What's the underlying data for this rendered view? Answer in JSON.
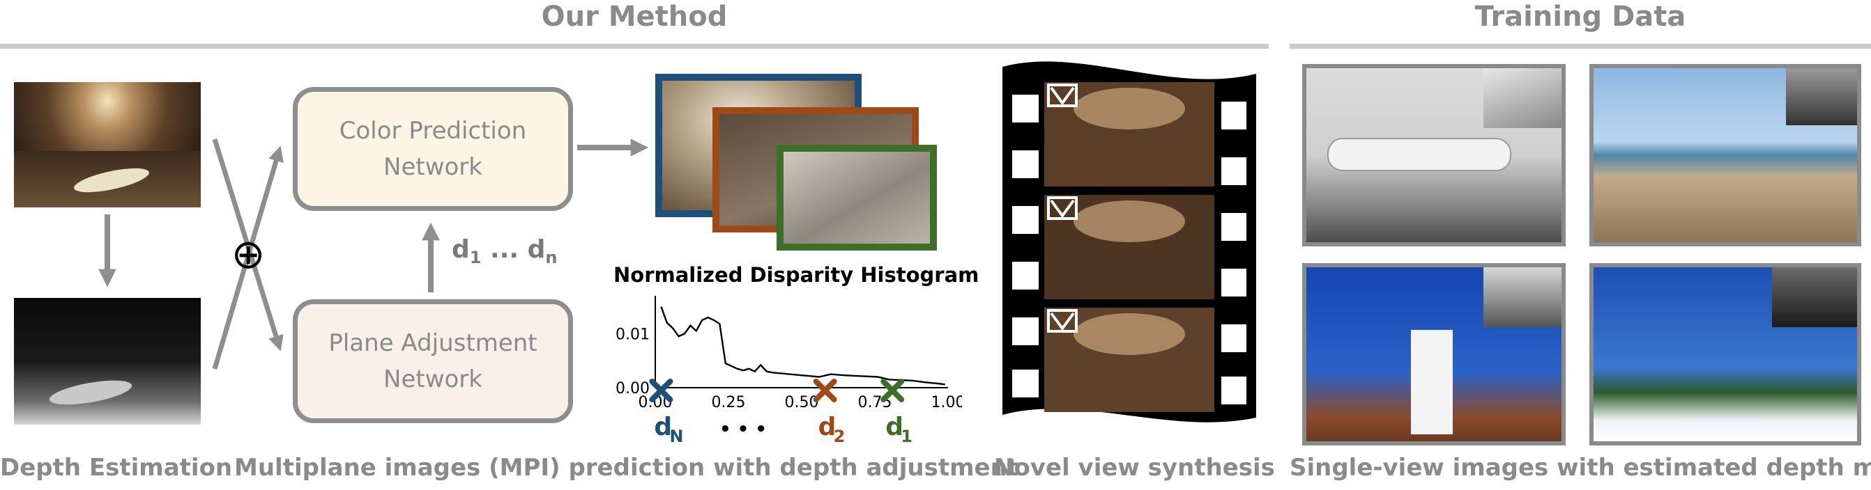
{
  "headers": {
    "our_method": "Our Method",
    "training_data": "Training Data"
  },
  "captions": {
    "depth_estimation": "Depth Estimation",
    "mpi_prediction": "Multiplane images (MPI) prediction with depth adjustment",
    "novel_view": "Novel view synthesis",
    "single_view": "Single-view images with estimated depth map"
  },
  "networks": {
    "color": {
      "line1": "Color Prediction",
      "line2": "Network"
    },
    "plane": {
      "line1": "Plane Adjustment",
      "line2": "Network"
    }
  },
  "fusion_symbol": "⊕",
  "depth_range": {
    "d": "d",
    "first": "1",
    "ellipsis": "...",
    "last": "n"
  },
  "plane_colors": {
    "blue": "#1f4e79",
    "orange": "#9c4a18",
    "green": "#3f6e2a"
  },
  "chart_data": {
    "type": "line",
    "title": "Normalized Disparity Histogram",
    "xlim": [
      0,
      1
    ],
    "ylim": [
      0,
      0.017
    ],
    "xticks": [
      "0.00",
      "0.25",
      "0.50",
      "0.75",
      "1.00"
    ],
    "xtick_values": [
      0,
      0.25,
      0.5,
      0.75,
      1.0
    ],
    "yticks": [
      "0.00",
      "0.01"
    ],
    "ytick_values": [
      0,
      0.01
    ],
    "x": [
      0.02,
      0.04,
      0.06,
      0.08,
      0.1,
      0.12,
      0.14,
      0.16,
      0.18,
      0.2,
      0.22,
      0.24,
      0.26,
      0.28,
      0.3,
      0.32,
      0.34,
      0.36,
      0.38,
      0.4,
      0.44,
      0.48,
      0.52,
      0.56,
      0.6,
      0.64,
      0.68,
      0.72,
      0.76,
      0.8,
      0.84,
      0.88,
      0.92,
      0.96,
      0.99
    ],
    "y": [
      0.015,
      0.012,
      0.011,
      0.0095,
      0.01,
      0.0115,
      0.0105,
      0.0125,
      0.013,
      0.0125,
      0.0118,
      0.0045,
      0.004,
      0.0035,
      0.0032,
      0.0035,
      0.003,
      0.0042,
      0.003,
      0.0028,
      0.0026,
      0.0024,
      0.0022,
      0.002,
      0.0025,
      0.0023,
      0.0022,
      0.0021,
      0.002,
      0.0015,
      0.0014,
      0.0013,
      0.001,
      0.0008,
      0.0006
    ],
    "markers": [
      {
        "label": "d",
        "sub": "N",
        "x": 0.02,
        "color": "#1f4e79"
      },
      {
        "label": "d",
        "sub": "2",
        "x": 0.58,
        "color": "#9c4a18"
      },
      {
        "label": "d",
        "sub": "1",
        "x": 0.81,
        "color": "#3f6e2a"
      }
    ],
    "between_markers": "• • •"
  }
}
